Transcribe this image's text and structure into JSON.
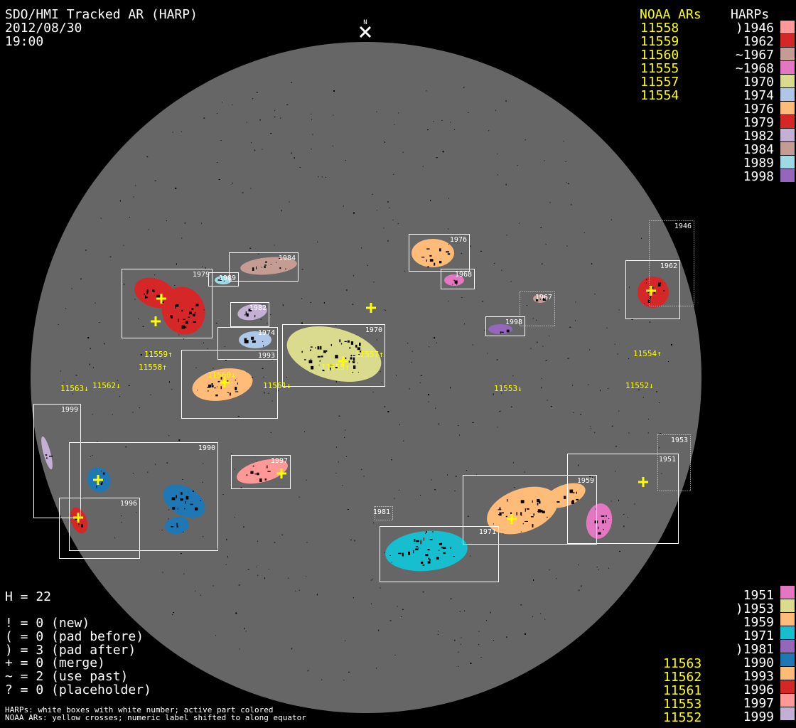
{
  "header": {
    "title": "SDO/HMI Tracked AR (HARP)",
    "date": "2012/08/30",
    "time": "19:00",
    "north_marker": "N"
  },
  "legend_top": {
    "noaa_header": "NOAA ARs",
    "harps_header": "HARPs",
    "noaa": [
      "11558",
      "11559",
      "11560",
      "11555",
      "11557",
      "11554"
    ],
    "harps": [
      {
        "label": ")1946",
        "color": "#ff9896"
      },
      {
        "label": "1962",
        "color": "#d62728"
      },
      {
        "label": "~1967",
        "color": "#c49c94"
      },
      {
        "label": "~1968",
        "color": "#e377c2"
      },
      {
        "label": "1970",
        "color": "#dbdb8d"
      },
      {
        "label": "1974",
        "color": "#aec7e8"
      },
      {
        "label": "1976",
        "color": "#ffbb78"
      },
      {
        "label": "1979",
        "color": "#d62728"
      },
      {
        "label": "1982",
        "color": "#c5b0d5"
      },
      {
        "label": "1984",
        "color": "#c49c94"
      },
      {
        "label": "1989",
        "color": "#9edae5"
      },
      {
        "label": "1998",
        "color": "#9467bd"
      }
    ]
  },
  "legend_bottom": {
    "noaa": [
      "11563",
      "11562",
      "11561",
      "11553",
      "11552"
    ],
    "harps": [
      {
        "label": "1951",
        "color": "#e377c2"
      },
      {
        "label": ")1953",
        "color": "#dbdb8d"
      },
      {
        "label": "1959",
        "color": "#ffbb78"
      },
      {
        "label": "1971",
        "color": "#17becf"
      },
      {
        "label": ")1981",
        "color": "#9467bd"
      },
      {
        "label": "1990",
        "color": "#1f77b4"
      },
      {
        "label": "1993",
        "color": "#ffbb78"
      },
      {
        "label": "1996",
        "color": "#d62728"
      },
      {
        "label": "1997",
        "color": "#ff9896"
      },
      {
        "label": "1999",
        "color": "#c5b0d5"
      }
    ]
  },
  "stats": {
    "h": "H = 22",
    "lines": [
      "! = 0 (new)",
      "( = 0 (pad before)",
      ") = 3 (pad after)",
      "+ = 0 (merge)",
      "~ = 2 (use past)",
      "? = 0 (placeholder)"
    ]
  },
  "footnotes": [
    "HARPs: white boxes with white number; active part colored",
    "NOAA ARs: yellow crosses; numeric label shifted to along equator"
  ],
  "harp_boxes": [
    {
      "id": "1979",
      "color": "#d62728",
      "dotted": false
    },
    {
      "id": "1989",
      "color": "#9edae5",
      "dotted": false
    },
    {
      "id": "1984",
      "color": "#c49c94",
      "dotted": false
    },
    {
      "id": "1982",
      "color": "#c5b0d5",
      "dotted": false
    },
    {
      "id": "1974",
      "color": "#aec7e8",
      "dotted": false
    },
    {
      "id": "1993",
      "color": "#ffbb78",
      "dotted": false
    },
    {
      "id": "1970",
      "color": "#dbdb8d",
      "dotted": false
    },
    {
      "id": "1976",
      "color": "#ffbb78",
      "dotted": false
    },
    {
      "id": "1968",
      "color": "#e377c2",
      "dotted": false
    },
    {
      "id": "1998",
      "color": "#9467bd",
      "dotted": false
    },
    {
      "id": "1967",
      "color": "#c49c94",
      "dotted": true
    },
    {
      "id": "1962",
      "color": "#d62728",
      "dotted": false
    },
    {
      "id": "1946",
      "color": "#ff9896",
      "dotted": true
    },
    {
      "id": "1999",
      "color": "#c5b0d5",
      "dotted": false
    },
    {
      "id": "1990",
      "color": "#1f77b4",
      "dotted": false
    },
    {
      "id": "1996",
      "color": "#d62728",
      "dotted": false
    },
    {
      "id": "1997",
      "color": "#ff9896",
      "dotted": false
    },
    {
      "id": "1981",
      "color": "#9467bd",
      "dotted": true
    },
    {
      "id": "1971",
      "color": "#17becf",
      "dotted": false
    },
    {
      "id": "1959",
      "color": "#ffbb78",
      "dotted": false
    },
    {
      "id": "1951",
      "color": "#e377c2",
      "dotted": false
    },
    {
      "id": "1953",
      "color": "#dbdb8d",
      "dotted": true
    }
  ],
  "noaa_labels": [
    "11558↑",
    "11559↑",
    "11563↓",
    "11562↓",
    "11560↓",
    "11561↓",
    "11555↑",
    "11557↑",
    "11553↓",
    "11554↑",
    "11552↓"
  ],
  "colors": {
    "disk": "#666666",
    "noaa": "#ffff00",
    "box": "#ffffff"
  }
}
